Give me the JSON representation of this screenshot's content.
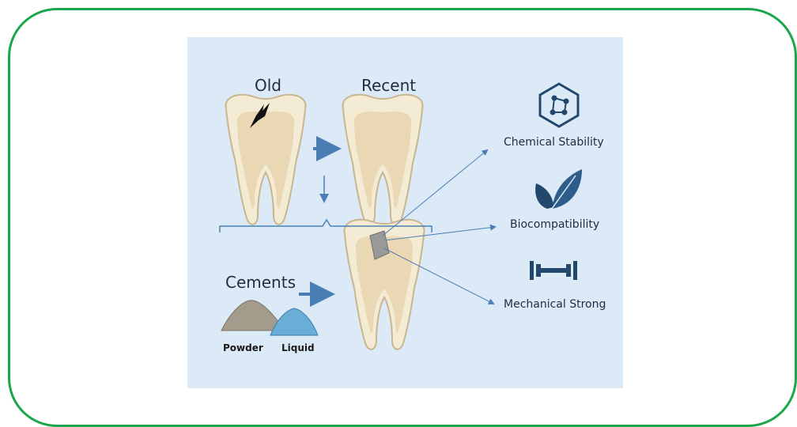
{
  "labels": {
    "old": "Old",
    "recent": "Recent",
    "cements": "Cements",
    "powder": "Powder",
    "liquid": "Liquid"
  },
  "features": {
    "chemical_stability": "Chemical Stability",
    "biocompatibility": "Biocompatibility",
    "mechanical_strong": "Mechanical Strong"
  },
  "icons": {
    "chemical_stability": "hexagon-molecule-icon",
    "biocompatibility": "leaf-icon",
    "mechanical_strong": "dumbbell-icon"
  },
  "colors": {
    "frame_border": "#1aa64b",
    "panel_background": "#dbeaf6",
    "arrow": "#4a7fb5",
    "icon": "#23486e",
    "tooth_enamel": "#f3ebd3",
    "tooth_dentin": "#e9d8b3",
    "powder": "#a49b8c",
    "liquid": "#6aaed8"
  }
}
